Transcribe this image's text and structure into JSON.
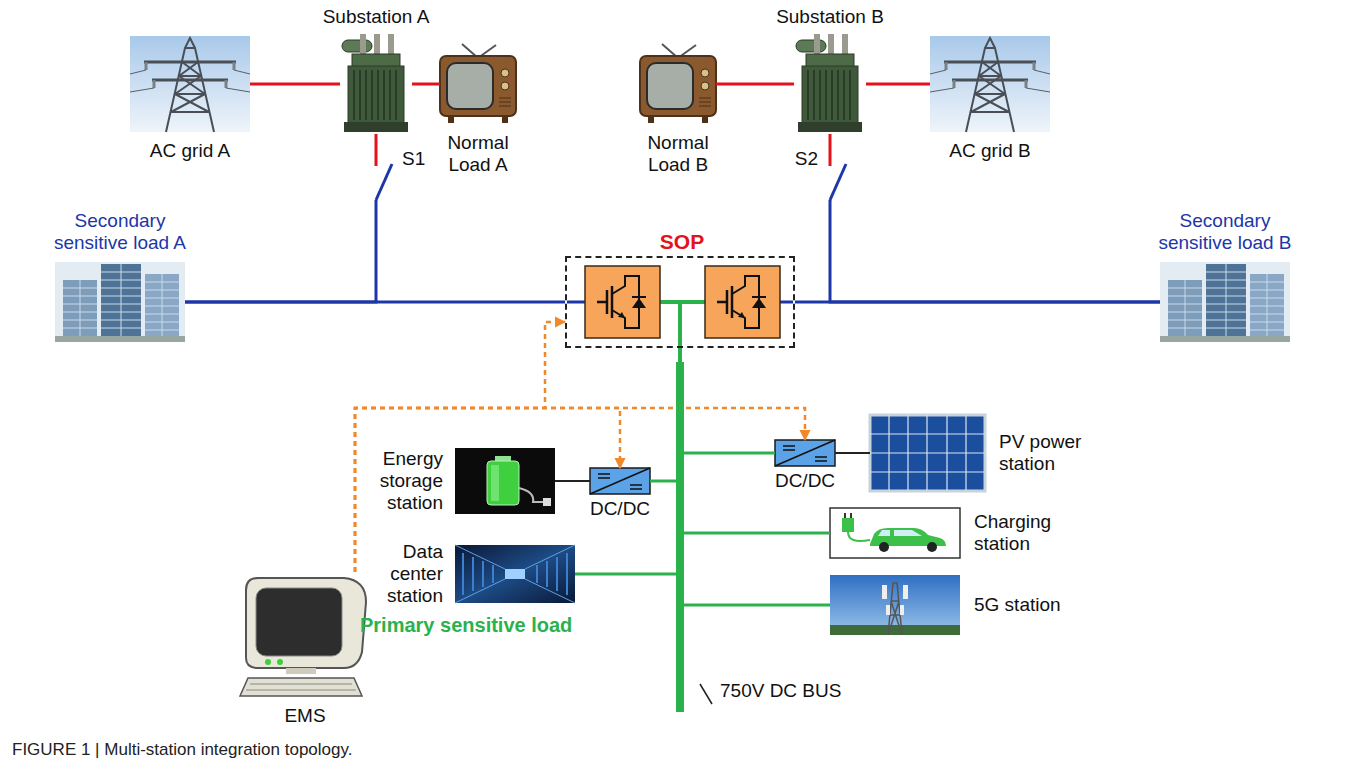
{
  "diagram": {
    "caption": "FIGURE 1 | Multi-station integration topology.",
    "nodes": [
      {
        "text": [
          "AC grid A"
        ]
      },
      {
        "text": [
          "Substation A"
        ]
      },
      {
        "text": [
          "Normal Load A"
        ]
      },
      {
        "text": [
          "Normal Load B"
        ]
      },
      {
        "text": [
          "Substation B"
        ]
      },
      {
        "text": [
          "AC grid B"
        ]
      },
      {
        "text": [
          "Secondary sensitive load A"
        ]
      },
      {
        "text": [
          "SOP"
        ]
      },
      {
        "text": [
          "Secondary sensitive load B"
        ]
      },
      {
        "text": [
          "DC/DC"
        ]
      },
      {
        "text": [
          "PV power station"
        ]
      },
      {
        "text": [
          "Energy storage station"
        ]
      },
      {
        "text": [
          "DC/DC"
        ]
      },
      {
        "text": [
          "Charging station"
        ]
      },
      {
        "text": [
          "Data center station"
        ]
      },
      {
        "text": [
          "5G station"
        ]
      },
      {
        "text": [
          "EMS"
        ]
      },
      {
        "text": [
          "750V DC BUS"
        ]
      }
    ],
    "edges": [
      {
        "from": 0,
        "to": 1,
        "arrow": "none"
      },
      {
        "from": 1,
        "to": 2,
        "arrow": "none"
      },
      {
        "from": 3,
        "to": 4,
        "arrow": "none"
      },
      {
        "from": 4,
        "to": 5,
        "arrow": "none"
      },
      {
        "from": 1,
        "to": 6,
        "label": "S1",
        "arrow": "none"
      },
      {
        "from": 4,
        "to": 8,
        "label": "S2",
        "arrow": "none"
      },
      {
        "from": 6,
        "to": 7,
        "arrow": "none"
      },
      {
        "from": 7,
        "to": 8,
        "arrow": "none"
      },
      {
        "from": 7,
        "to": 17,
        "arrow": "none"
      },
      {
        "from": 17,
        "to": 9,
        "arrow": "none"
      },
      {
        "from": 9,
        "to": 10,
        "arrow": "none"
      },
      {
        "from": 11,
        "to": 12,
        "arrow": "none"
      },
      {
        "from": 12,
        "to": 17,
        "arrow": "none"
      },
      {
        "from": 17,
        "to": 13,
        "arrow": "none"
      },
      {
        "from": 14,
        "to": 17,
        "arrow": "none"
      },
      {
        "from": 17,
        "to": 15,
        "arrow": "none"
      },
      {
        "from": 16,
        "to": 7,
        "arrow": "to"
      },
      {
        "from": 16,
        "to": 12,
        "arrow": "to"
      },
      {
        "from": 16,
        "to": 9,
        "arrow": "to"
      }
    ],
    "labels": [
      "Primary sensitive load"
    ]
  }
}
